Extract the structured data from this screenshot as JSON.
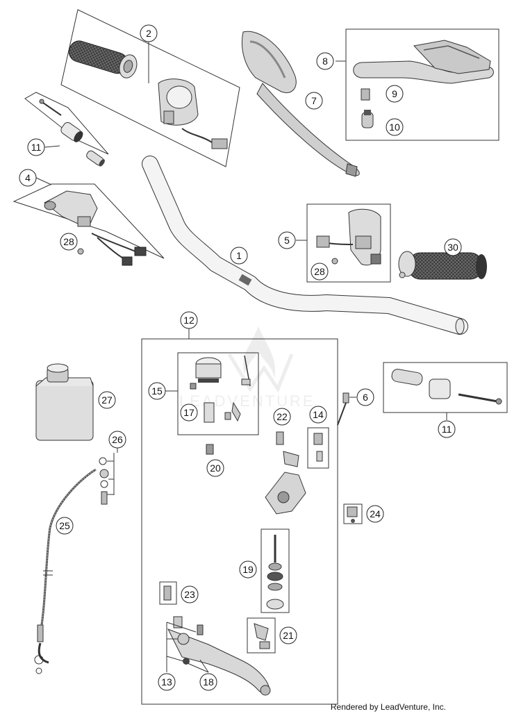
{
  "watermark": "LEADVENTURE",
  "footer": "Rendered by LeadVenture, Inc.",
  "callouts": [
    {
      "id": "c1",
      "label": "1"
    },
    {
      "id": "c2",
      "label": "2"
    },
    {
      "id": "c4",
      "label": "4"
    },
    {
      "id": "c5",
      "label": "5"
    },
    {
      "id": "c6",
      "label": "6"
    },
    {
      "id": "c7",
      "label": "7"
    },
    {
      "id": "c8",
      "label": "8"
    },
    {
      "id": "c9",
      "label": "9"
    },
    {
      "id": "c10",
      "label": "10"
    },
    {
      "id": "c11a",
      "label": "11"
    },
    {
      "id": "c11b",
      "label": "11"
    },
    {
      "id": "c12",
      "label": "12"
    },
    {
      "id": "c13",
      "label": "13"
    },
    {
      "id": "c14",
      "label": "14"
    },
    {
      "id": "c15",
      "label": "15"
    },
    {
      "id": "c17",
      "label": "17"
    },
    {
      "id": "c18",
      "label": "18"
    },
    {
      "id": "c19",
      "label": "19"
    },
    {
      "id": "c20",
      "label": "20"
    },
    {
      "id": "c21",
      "label": "21"
    },
    {
      "id": "c22",
      "label": "22"
    },
    {
      "id": "c23",
      "label": "23"
    },
    {
      "id": "c24",
      "label": "24"
    },
    {
      "id": "c25",
      "label": "25"
    },
    {
      "id": "c26",
      "label": "26"
    },
    {
      "id": "c27",
      "label": "27"
    },
    {
      "id": "c28a",
      "label": "28"
    },
    {
      "id": "c28b",
      "label": "28"
    },
    {
      "id": "c30",
      "label": "30"
    }
  ]
}
